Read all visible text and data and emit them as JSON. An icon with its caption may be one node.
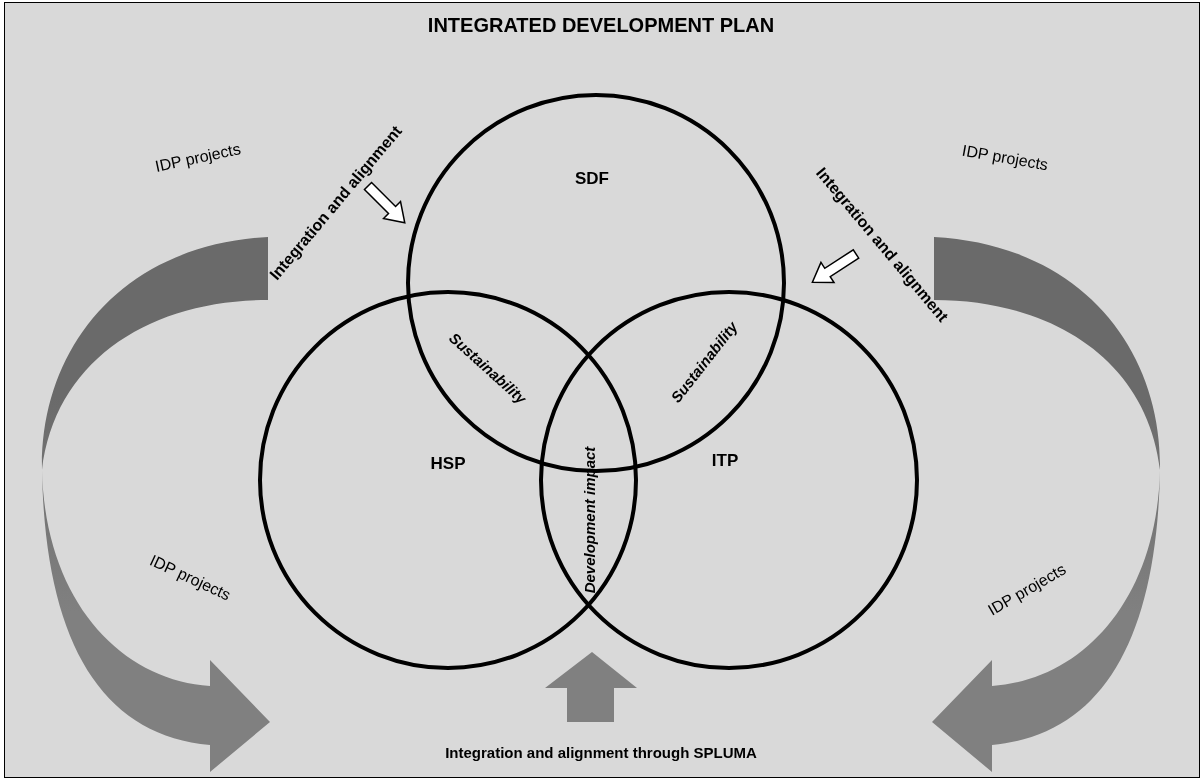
{
  "diagram": {
    "title": "INTEGRATED DEVELOPMENT PLAN",
    "nodes": [
      {
        "text": [
          "SDF"
        ]
      },
      {
        "text": [
          "HSP"
        ]
      },
      {
        "text": [
          "ITP"
        ]
      }
    ],
    "labels": [
      "IDP projects",
      "Integration and alignment",
      "Integration and alignment",
      "IDP projects",
      "Sustainability",
      "Sustainability",
      "Development impact",
      "IDP projects",
      "IDP projects",
      "Integration and alignment through SPLUMA"
    ]
  }
}
